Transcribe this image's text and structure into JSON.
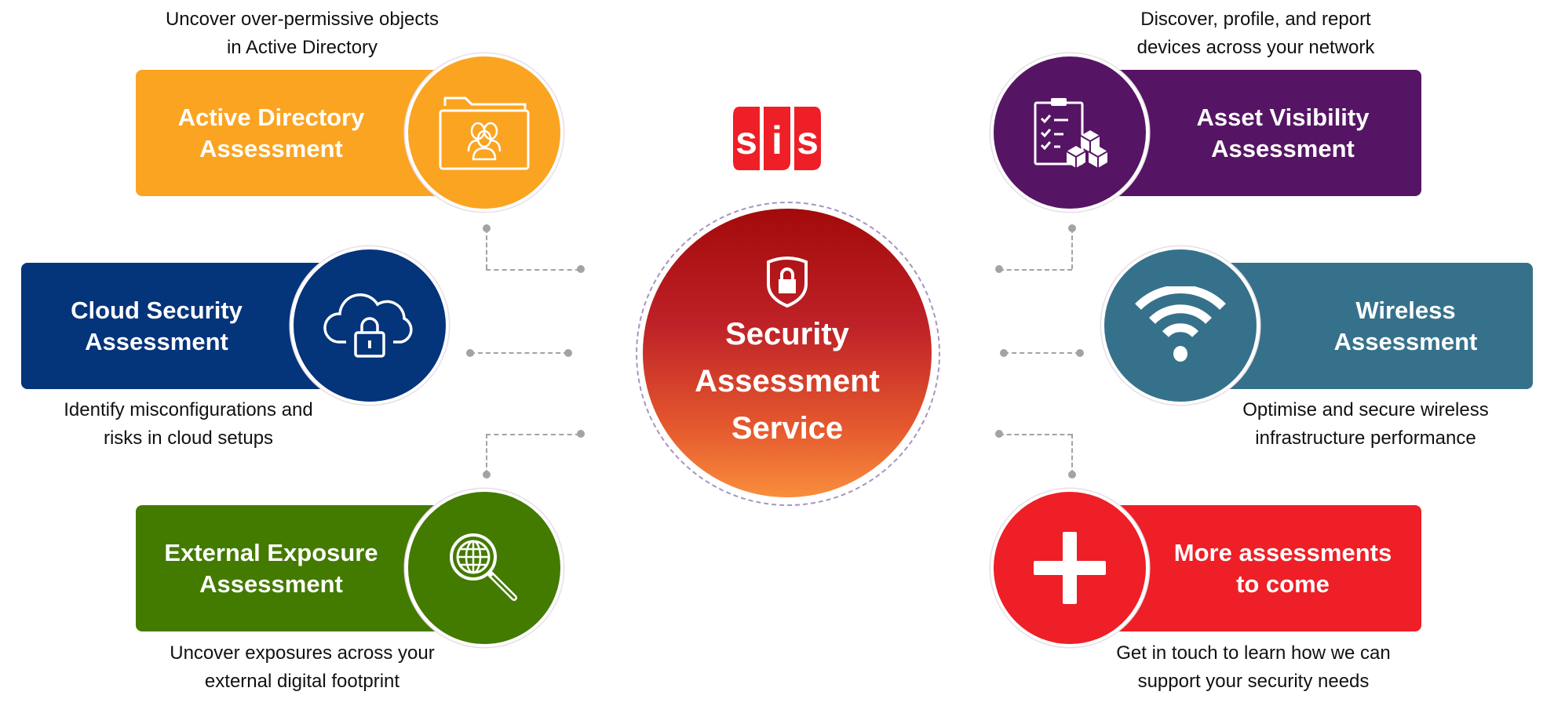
{
  "logo": {
    "text": "SIS",
    "color": "#EE1F26"
  },
  "center": {
    "line1": "Security",
    "line2": "Assessment",
    "line3": "Service",
    "icon": "shield-lock-icon"
  },
  "cards": [
    {
      "title1": "Active Directory",
      "title2": "Assessment",
      "desc1": "Uncover over-permissive objects",
      "desc2": "in Active Directory",
      "color": "#FBA422",
      "icon": "folder-users-icon"
    },
    {
      "title1": "Cloud Security",
      "title2": "Assessment",
      "desc1": "Identify misconfigurations and",
      "desc2": "risks in cloud setups",
      "color": "#04347A",
      "icon": "cloud-lock-icon"
    },
    {
      "title1": "External Exposure",
      "title2": "Assessment",
      "desc1": "Uncover exposures across your",
      "desc2": "external digital footprint",
      "color": "#437A00",
      "icon": "globe-search-icon"
    },
    {
      "title1": "Asset Visibility",
      "title2": "Assessment",
      "desc1": "Discover, profile, and report",
      "desc2": "devices across your network",
      "color": "#561564",
      "icon": "clipboard-boxes-icon"
    },
    {
      "title1": "Wireless",
      "title2": "Assessment",
      "desc1": "Optimise and secure wireless",
      "desc2": "infrastructure performance",
      "color": "#36718B",
      "icon": "wifi-icon"
    },
    {
      "title1": "More assessments",
      "title2": "to come",
      "desc1": "Get in touch to learn how we can",
      "desc2": "support your security needs",
      "color": "#EE1F26",
      "icon": "plus-icon"
    }
  ]
}
